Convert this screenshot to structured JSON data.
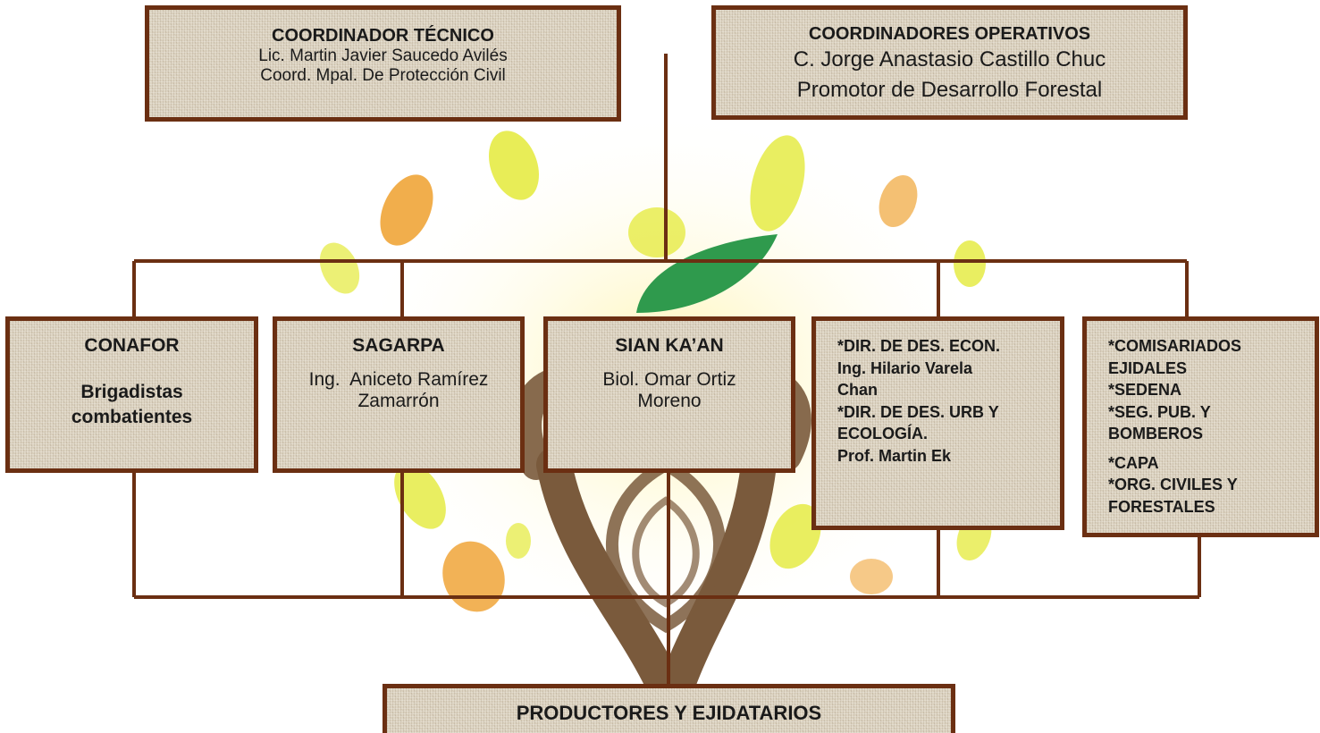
{
  "coordinator_technical": {
    "title": "COORDINADOR TÉCNICO",
    "line1": "Lic. Martin Javier Saucedo Avilés",
    "line2": "Coord. Mpal. De Protección Civil"
  },
  "coordinators_operative": {
    "title": "COORDINADORES OPERATIVOS",
    "line1": "C. Jorge Anastasio Castillo Chuc",
    "line2": "Promotor de Desarrollo Forestal"
  },
  "conafor": {
    "title": "CONAFOR",
    "line1": "Brigadistas",
    "line2": "combatientes"
  },
  "sagarpa": {
    "title": "SAGARPA",
    "line1": "Ing.  Aniceto Ramírez",
    "line2": "Zamarrón"
  },
  "sian_kaan": {
    "title": "SIAN KA’AN",
    "line1": "Biol. Omar Ortiz",
    "line2": "Moreno"
  },
  "direcciones": {
    "lines": [
      "*DIR. DE DES. ECON.",
      "Ing. Hilario Varela",
      "Chan",
      "*DIR. DE DES. URB Y",
      "ECOLOGÍA.",
      "Prof. Martin Ek"
    ]
  },
  "otros": {
    "lines": [
      "*COMISARIADOS",
      "EJIDALES",
      "*SEDENA",
      "*SEG. PUB. Y",
      "BOMBEROS",
      "*CAPA",
      "*ORG. CIVILES Y",
      "FORESTALES"
    ]
  },
  "productores": {
    "title": "PRODUCTORES Y EJIDATARIOS"
  },
  "colors": {
    "connector": "#6b2f12",
    "box_fill": "#ddd4c2",
    "tree_trunk": "#7a5a3c",
    "leaf_green": "#2f9a4d",
    "leaf_yellow": "#e4ea3a",
    "leaf_orange": "#f0a538"
  }
}
